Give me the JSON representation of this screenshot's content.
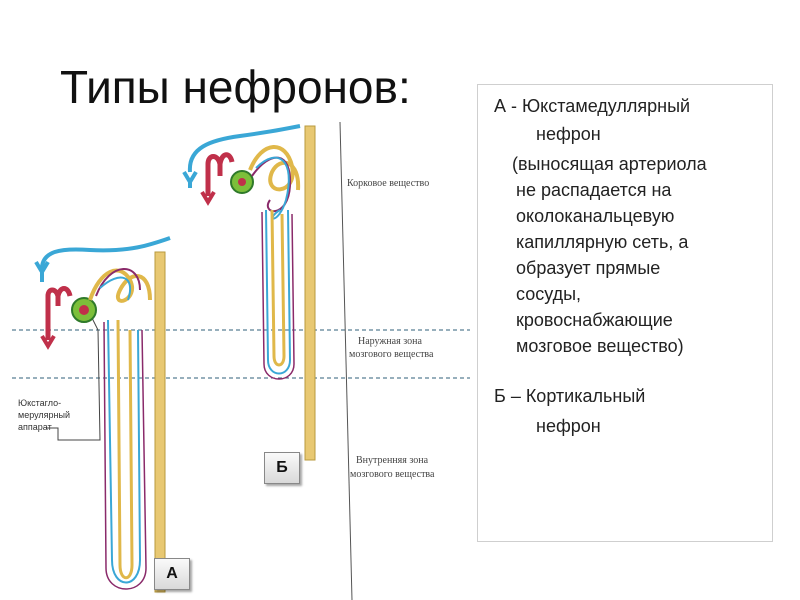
{
  "title": "Типы нефронов:",
  "zones": {
    "cortex": "Корковое вещество",
    "outer_medulla": [
      "Наружная зона",
      "мозгового вещества"
    ],
    "inner_medulla": [
      "Внутренняя зона",
      "мозгового вещества"
    ]
  },
  "jga_label": [
    "Юкстагло-",
    "мерулярный",
    "аппарат"
  ],
  "tags": {
    "a": "А",
    "b": "Б"
  },
  "panel": {
    "a_title_line1": "А - Юкстамедуллярный",
    "a_title_line2": "нефрон",
    "a_desc_lines": [
      "(выносящая артериола",
      "не распадается на",
      "околоканальцевую",
      "капиллярную сеть, а",
      "образует прямые",
      "сосуды,",
      "кровоснабжающие",
      "мозговое вещество)"
    ],
    "b_title_line1": "Б – Кортикальный",
    "b_title_line2": "нефрон"
  }
}
